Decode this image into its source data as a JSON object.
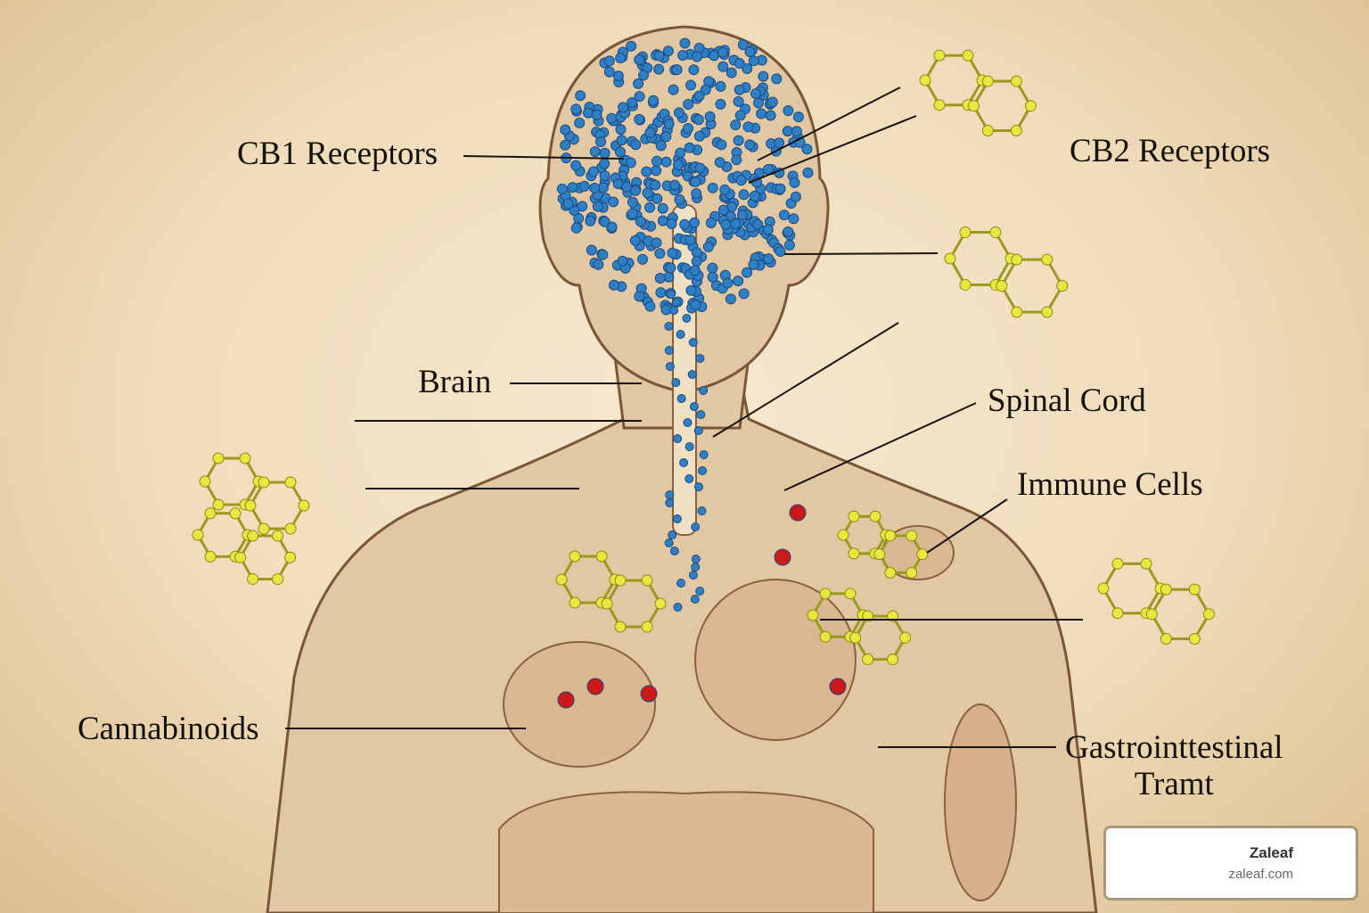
{
  "labels": {
    "cb1": "CB1 Receptors",
    "cb2": "CB2 Receptors",
    "brain": "Brain",
    "spinal_cord": "Spinal Cord",
    "immune_cells": "Immune Cells",
    "cannabinoids": "Cannabinoids",
    "gi_line1": "Gastrointtestinal",
    "gi_line2": "Tramt"
  },
  "watermark": {
    "name": "Zaleaf",
    "url": "zaleaf.com"
  },
  "colors": {
    "receptor_blue": "#2f7fc4",
    "molecule_yellow": "#e8e640",
    "red": "#cc1a1a",
    "skin": "#dcc09a",
    "outline": "#7a5638"
  }
}
